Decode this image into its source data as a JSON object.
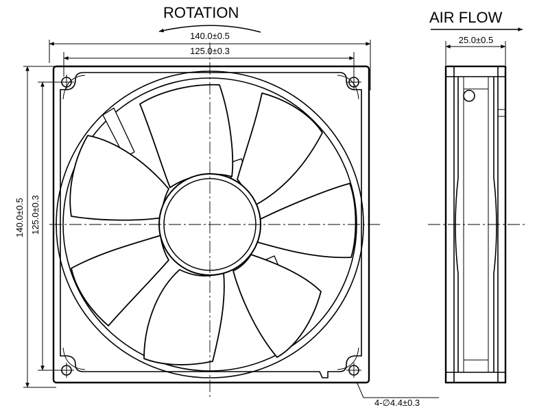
{
  "labels": {
    "rotation": "ROTATION",
    "air_flow": "AIR FLOW"
  },
  "dimensions": {
    "outer_width": "140.0±0.5",
    "hole_spacing_width": "125.0±0.3",
    "outer_height": "140.0±0.5",
    "hole_spacing_height": "125.0±0.3",
    "depth": "25.0±0.5",
    "mounting_holes": "4-∅4.4±0.3"
  },
  "colors": {
    "line": "#000000",
    "background": "#ffffff"
  },
  "icons": {
    "rotation_arrow": "curved-arrow-counterclockwise-icon",
    "airflow_arrow": "arrow-right-icon"
  }
}
